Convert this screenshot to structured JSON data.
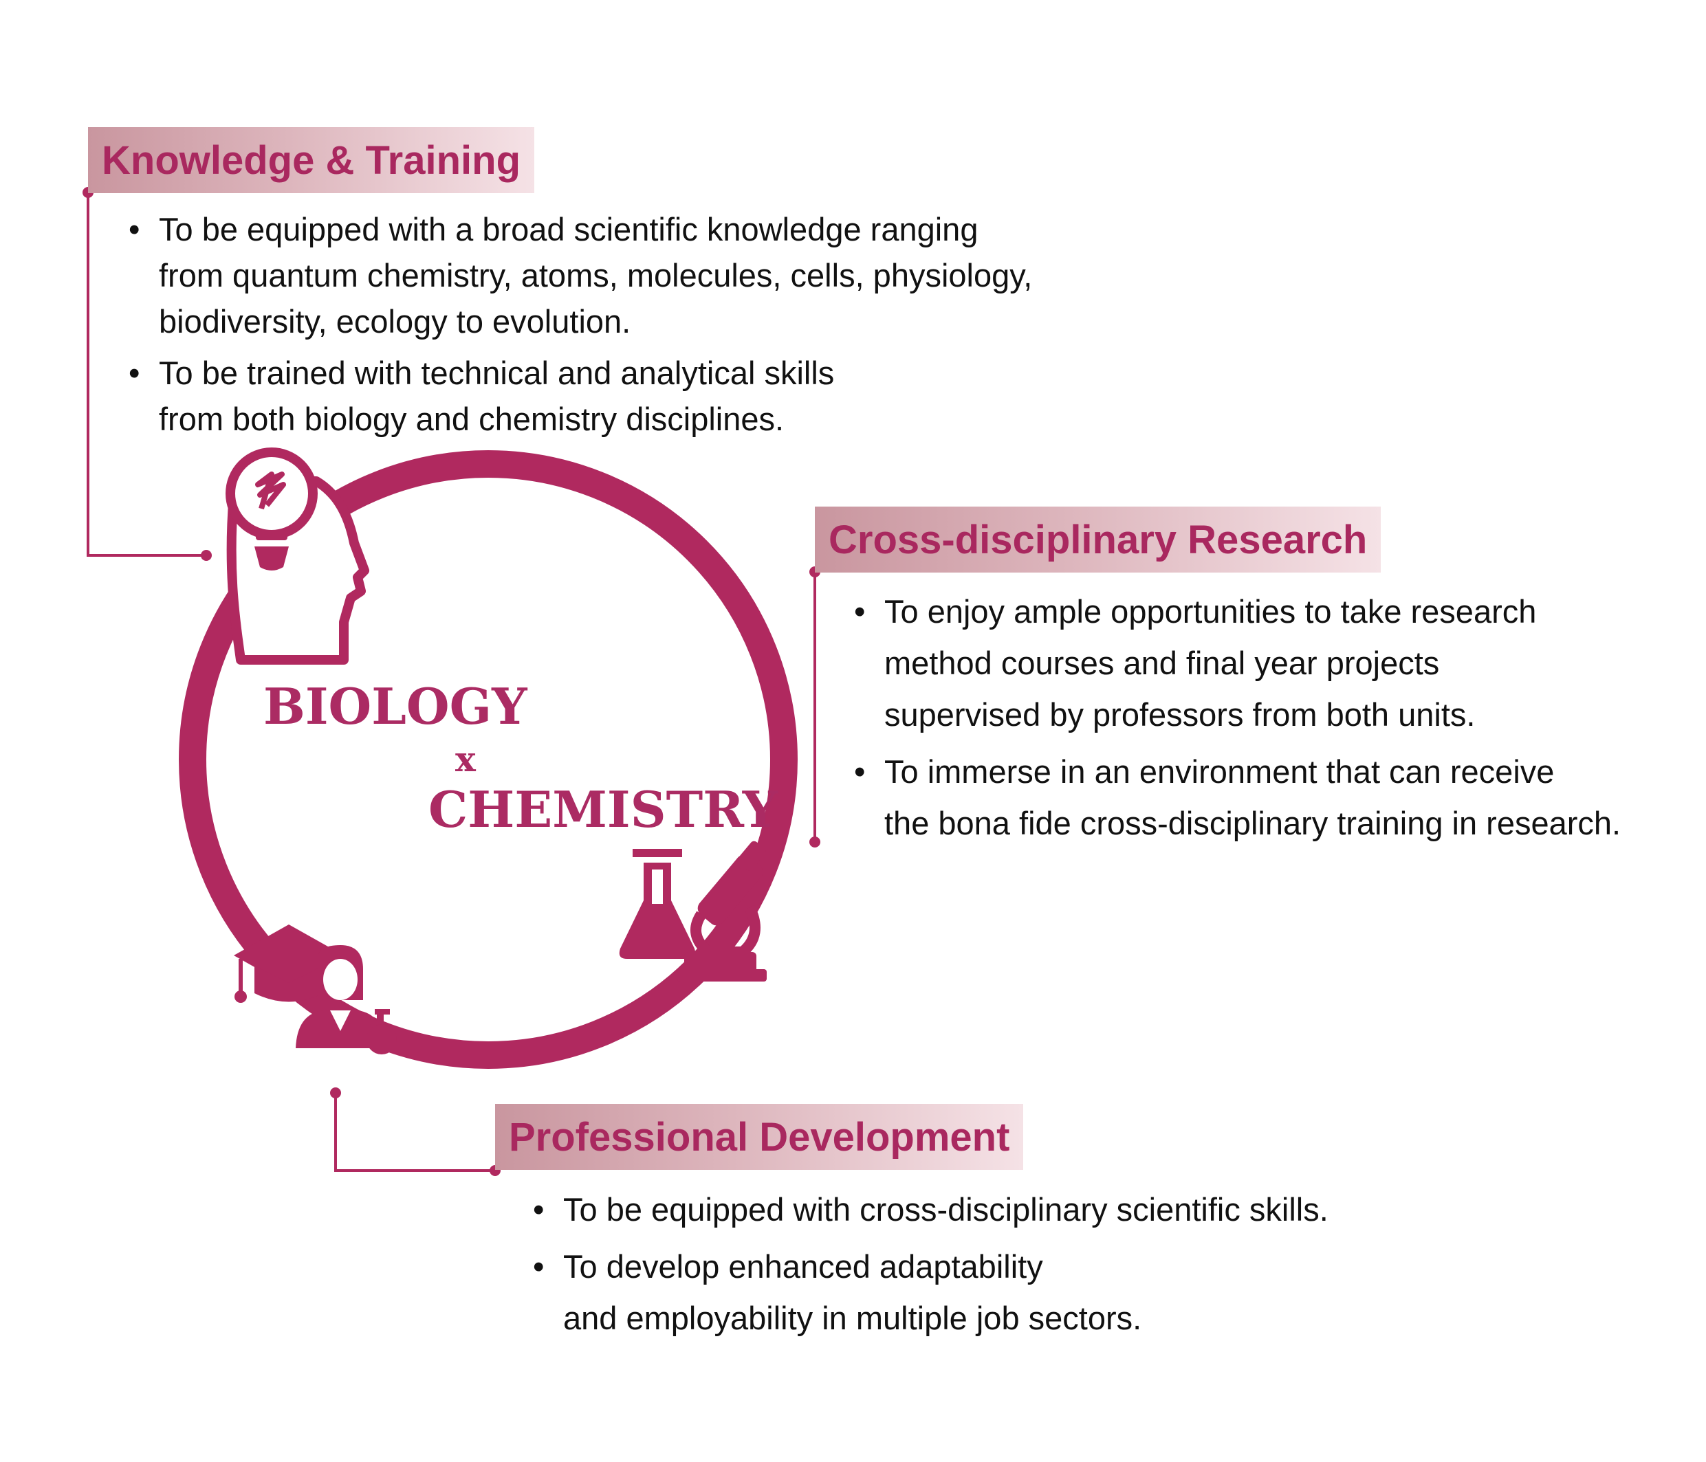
{
  "colors": {
    "accent": "#a9285f",
    "ring": "#b0295f",
    "heading_gradient": [
      "#c9969f",
      "#f5e2e6"
    ],
    "text": "#111111"
  },
  "center": {
    "line1": "BIOLOGY",
    "line2": "x",
    "line3": "CHEMISTRY"
  },
  "sections": {
    "knowledge": {
      "title": "Knowledge & Training",
      "bullets": [
        "To be equipped with a broad scientific knowledge ranging\nfrom quantum chemistry, atoms, molecules, cells, physiology,\nbiodiversity, ecology to evolution.",
        "To be trained with technical and analytical skills\nfrom both biology and chemistry disciplines."
      ]
    },
    "research": {
      "title": "Cross-disciplinary Research",
      "bullets": [
        "To enjoy ample opportunities to take research\nmethod courses and final year projects\nsupervised by professors from both units.",
        "To immerse in an environment that can receive\nthe bona fide cross-disciplinary training in research."
      ]
    },
    "professional": {
      "title": "Professional Development",
      "bullets": [
        "To be equipped with cross-disciplinary scientific skills.",
        "To develop enhanced adaptability\nand employability in multiple job sectors."
      ]
    }
  },
  "icons": [
    "head-lightbulb-icon",
    "flask-microscope-icon",
    "graduate-scientist-icon"
  ]
}
